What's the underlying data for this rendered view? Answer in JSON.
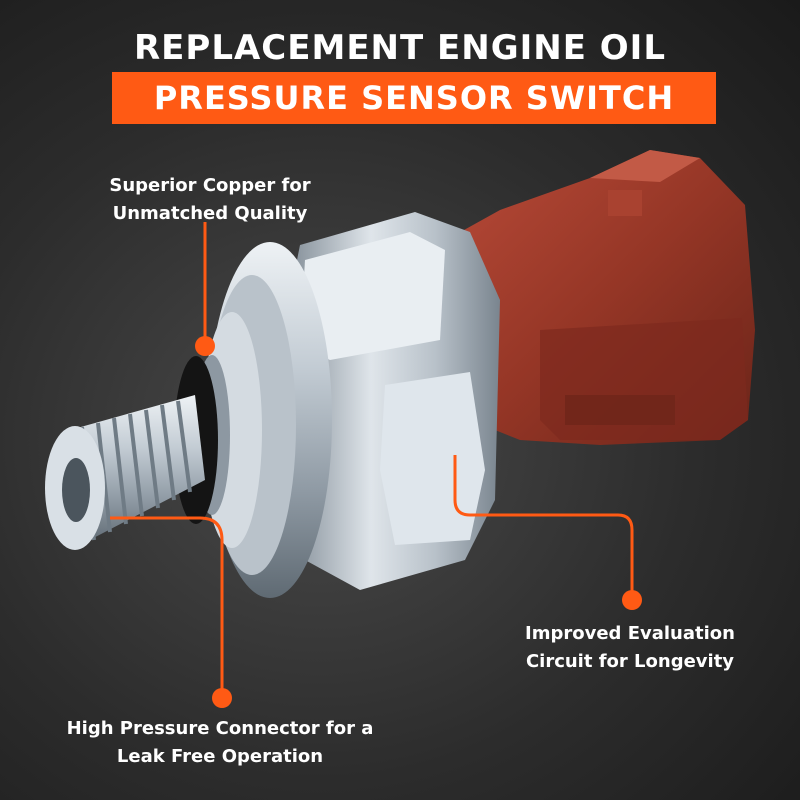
{
  "header": {
    "title": "REPLACEMENT ENGINE OIL",
    "banner": "PRESSURE SENSOR SWITCH"
  },
  "callouts": {
    "copper": {
      "line1": "Superior Copper for",
      "line2": "Unmatched Quality"
    },
    "circuit": {
      "line1": "Improved Evaluation",
      "line2": "Circuit for Longevity"
    },
    "connector": {
      "line1": "High Pressure Connector for a",
      "line2": "Leak Free Operation"
    }
  },
  "colors": {
    "accent": "#ff5a14",
    "background": "#2c2c2c",
    "connector_housing": "#9a3a2c",
    "metal": "#c9d2da"
  },
  "product": {
    "icon": "oil-pressure-sensor-image"
  }
}
